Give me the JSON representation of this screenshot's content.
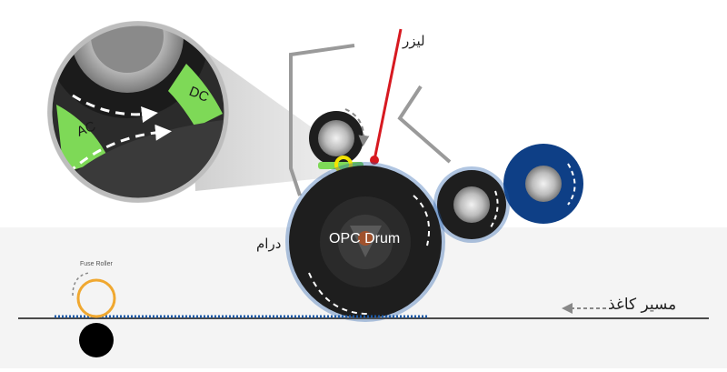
{
  "labels": {
    "laser": "لیزر",
    "drum": "درام",
    "opc_drum": "OPC Drum",
    "paper_path": "مسیر کاغذ",
    "fuse_roller": "Fuse Roller",
    "ac": "AC",
    "dc": "DC"
  },
  "colors": {
    "laser": "#d71920",
    "fuse_roller": "#f0a830",
    "toner_blue": "#1c5aa8",
    "drum_dark": "#1e1e1e",
    "charge_green": "#7ed957",
    "highlight_yellow": "#f5e400",
    "paper_line": "#4a4a4a",
    "developer_roller": "#0e3f86"
  },
  "icons": [
    "arrow-left-icon",
    "rotation-arrow-icon"
  ]
}
